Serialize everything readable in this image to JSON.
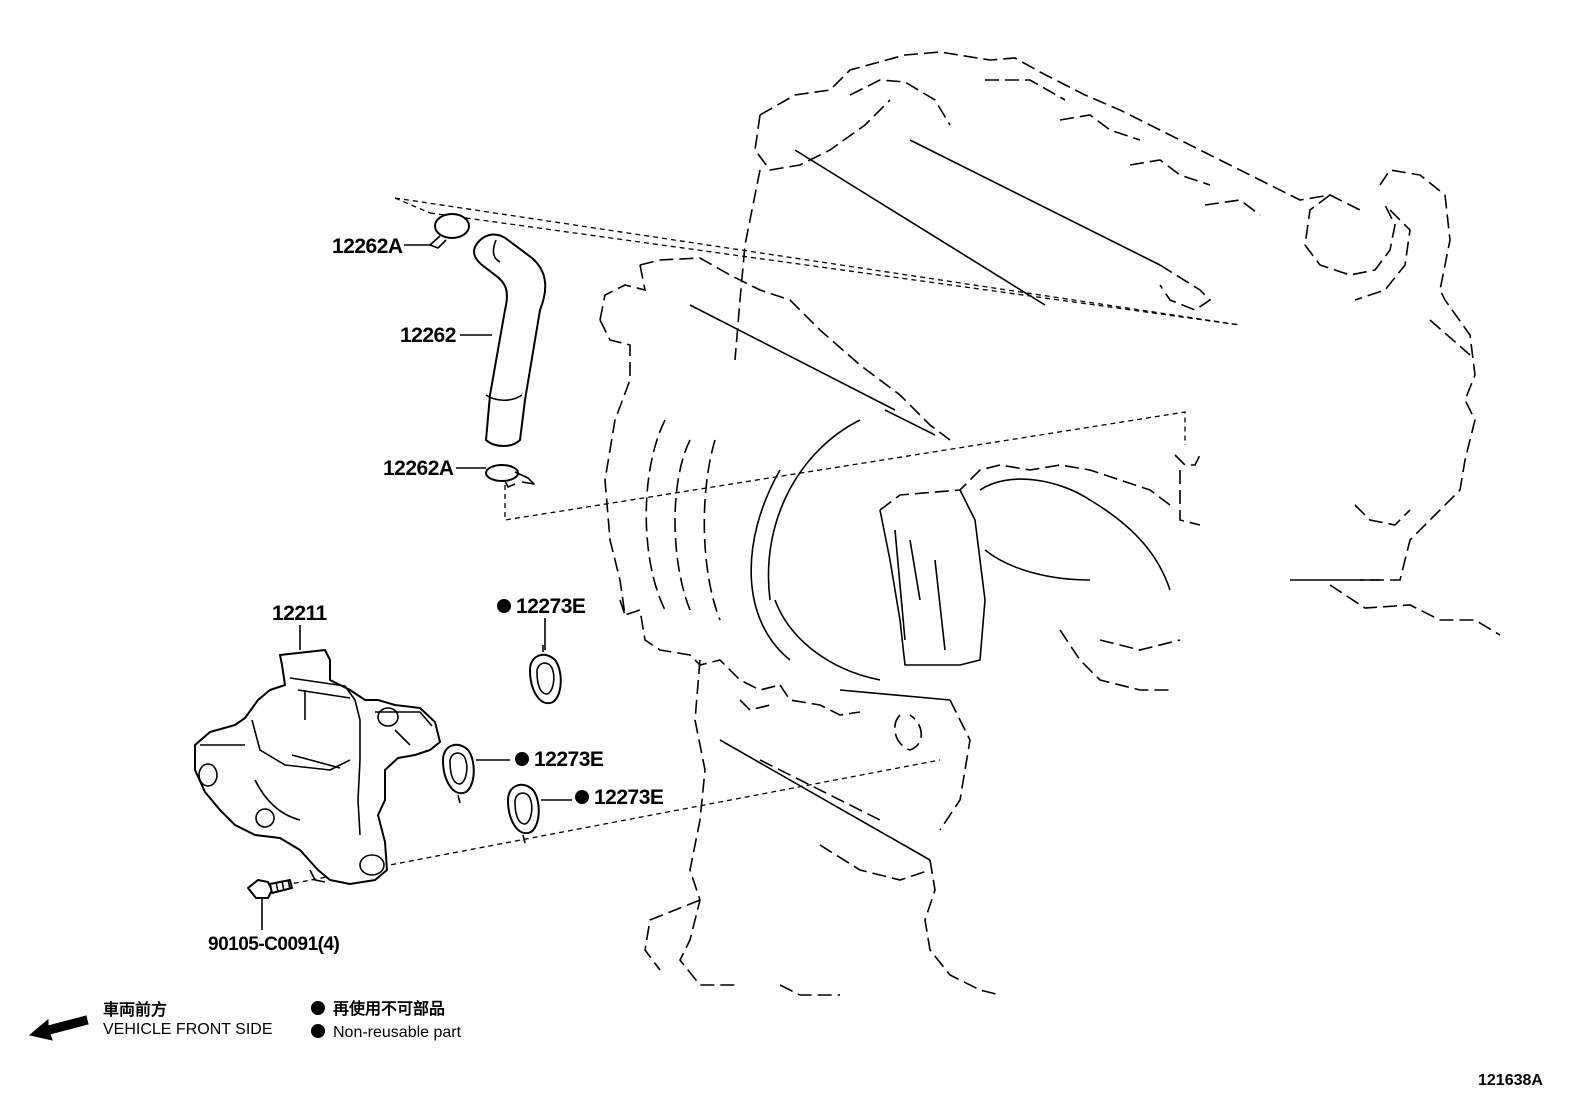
{
  "parts": [
    {
      "id": "clamp-upper",
      "label": "12262A"
    },
    {
      "id": "hose",
      "label": "12262"
    },
    {
      "id": "clamp-lower",
      "label": "12262A"
    },
    {
      "id": "ventilation-case",
      "label": "12211"
    },
    {
      "id": "gasket-1",
      "label": "12273E",
      "non_reusable": true
    },
    {
      "id": "gasket-2",
      "label": "12273E",
      "non_reusable": true
    },
    {
      "id": "gasket-3",
      "label": "12273E",
      "non_reusable": true
    },
    {
      "id": "bolt",
      "label": "90105-C0091(4)"
    }
  ],
  "legend": {
    "front_side_jp": "車両前方",
    "front_side_en": "VEHICLE FRONT SIDE",
    "non_reusable_jp": "再使用不可部品",
    "non_reusable_en": "Non-reusable part"
  },
  "diagram_ref": "121638A",
  "colors": {
    "ink": "#000000",
    "paper": "#ffffff"
  }
}
